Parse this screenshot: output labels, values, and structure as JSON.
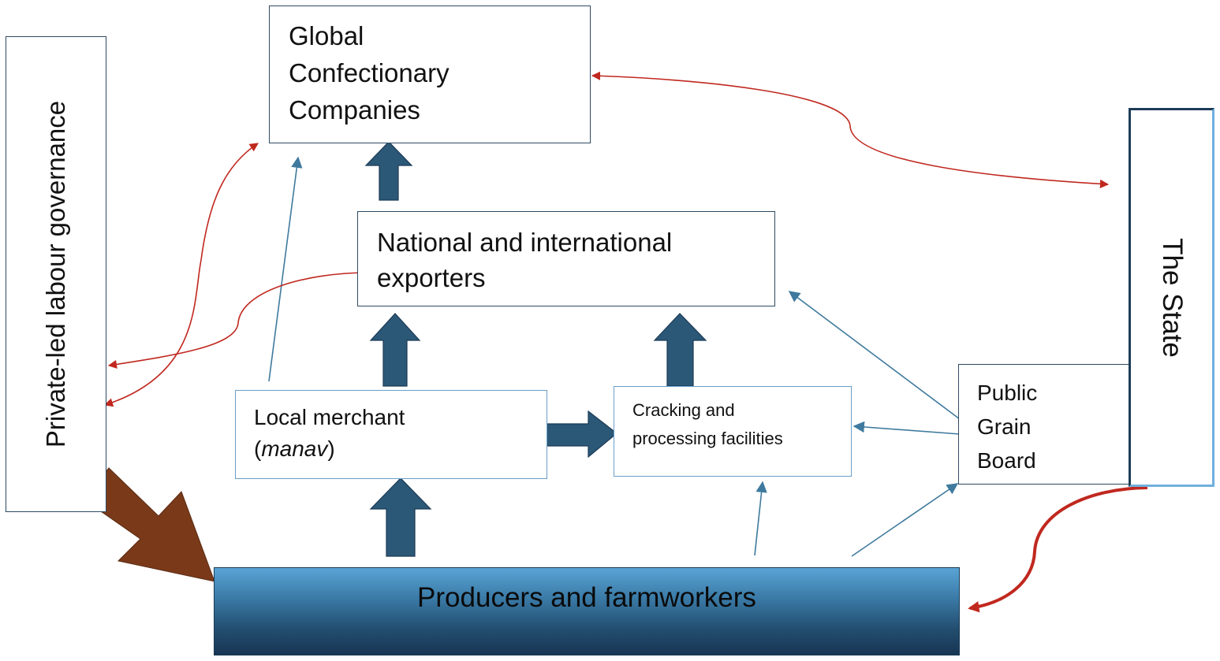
{
  "nodes": {
    "global_companies": {
      "lines": [
        "Global",
        "Confectionary",
        "Companies"
      ]
    },
    "exporters": {
      "lines": [
        "National and international",
        "exporters"
      ]
    },
    "local_merchant": {
      "line1": "Local merchant",
      "line2_open": "(",
      "line2_italic": "manav",
      "line2_close": ")"
    },
    "cracking": {
      "lines": [
        "Cracking and",
        "processing facilities"
      ]
    },
    "public_grain_board": {
      "lines": [
        "Public",
        "Grain",
        "Board"
      ]
    },
    "private_governance": {
      "label": "Private-led labour governance"
    },
    "the_state": {
      "label": "The State"
    },
    "producers": {
      "label": "Producers and farmworkers"
    }
  },
  "colors": {
    "flow_arrow": "#2c5878",
    "influence_arrow": "#c0281f",
    "thin_link": "#3f7a9e",
    "governance_arrow": "#7a3a1a"
  }
}
